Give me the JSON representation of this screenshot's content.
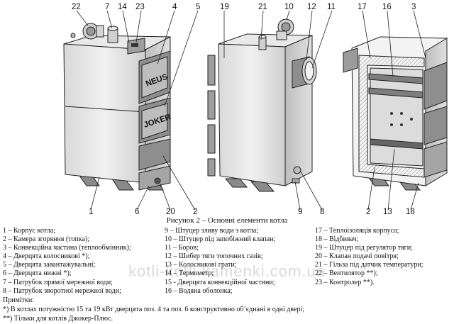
{
  "figure": {
    "caption": "Рисунок 2 – Основні елементи котла",
    "brand_upper": "NEUS",
    "brand_lower": "JOKER",
    "callouts_left": [
      "22",
      "7",
      "14",
      "23",
      "4",
      "5",
      "1",
      "6",
      "20",
      "2"
    ],
    "callouts_middle": [
      "19",
      "21",
      "10",
      "12",
      "11",
      "9",
      "8"
    ],
    "callouts_right": [
      "17",
      "16",
      "3",
      "13",
      "18",
      "2"
    ]
  },
  "legend": {
    "col1": [
      "1 – Корпус котла;",
      "2 – Камера згоряння (топка);",
      "3 – Конвекційна частина (теплообмінник);",
      "4 – Дверцята колосникові *);",
      "5 – Дверцята завантажувальні;",
      "6 – Дверцята нижні *);",
      "7 – Патрубок прямої мережної води;",
      "8 – Патрубок зворотної мережної води;"
    ],
    "col2": [
      "9 – Штуцер зливу води з котла;",
      "10 – Штуцер під запобіжний клапан;",
      "11 – Боров;",
      "12 – Шибер тяги топочних газів;",
      "13 – Колосникові грати;",
      "14 – Термометр;",
      "15 - Дверцята конвекційної частини;",
      "16 – Водяна оболонка;"
    ],
    "col3": [
      "17 – Теплоізоляція корпуса;",
      "18 – Відбивач;",
      "19 – Штуцер під регулятор тяги;",
      "20 – Клапан подачі повітря;",
      "21 – Гільза під датчик температури;",
      "22 – Вентилятор **);",
      "23 – Контролер **)."
    ]
  },
  "notes": {
    "heading": "Примітки:",
    "note1": "*) В котлах потужністю 15 та 19 кВт дверцята поз. 4 та поз. 6 конструктивно об’єднані в одні дверi;",
    "note2": "**) Тільки для котлів          Джокер-Плюс."
  },
  "watermark": "kotli-kotli.kamenki.com.ua"
}
